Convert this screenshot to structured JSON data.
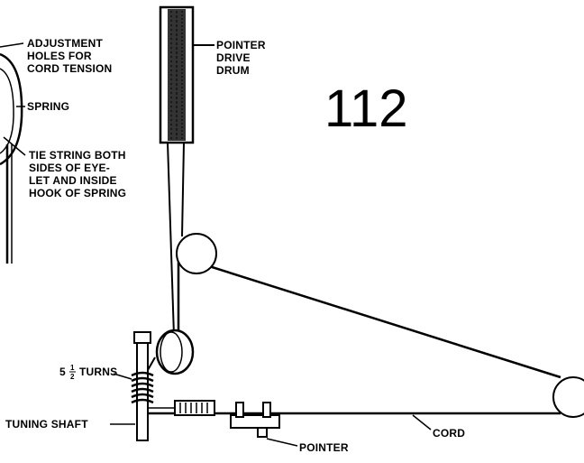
{
  "figure_number": "112",
  "labels": {
    "adjustment": [
      "ADJUSTMENT",
      "HOLES FOR",
      "CORD TENSION"
    ],
    "spring": "SPRING",
    "tie_string": [
      "TIE STRING BOTH",
      "SIDES OF EYE-",
      "LET AND INSIDE",
      "HOOK OF SPRING"
    ],
    "pointer_drive_drum": [
      "POINTER",
      "DRIVE",
      "DRUM"
    ],
    "turns_prefix": "5",
    "turns_num": "1",
    "turns_den": "2",
    "turns_suffix": "TURNS",
    "tuning_shaft": "TUNING  SHAFT",
    "cord": "CORD",
    "pointer": "POINTER"
  }
}
